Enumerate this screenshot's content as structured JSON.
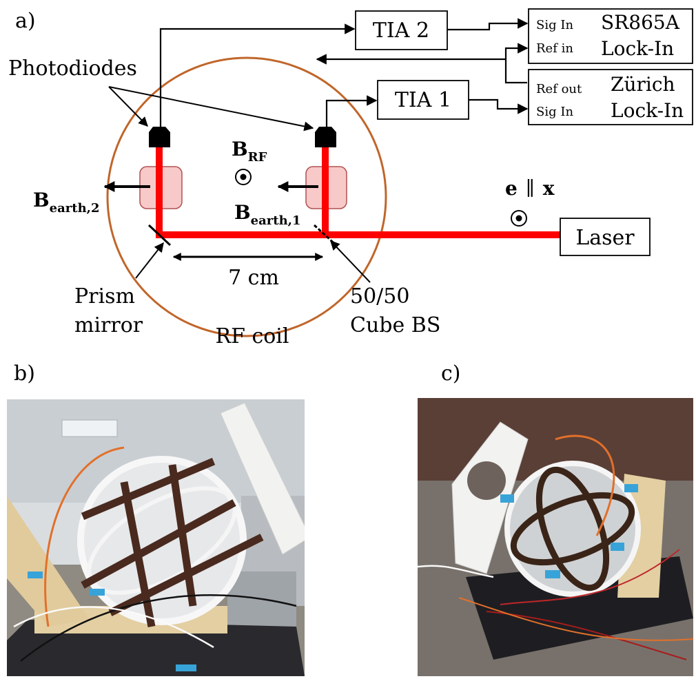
{
  "panels": {
    "a": "a)",
    "b": "b)",
    "c": "c)"
  },
  "boxes": {
    "tia1": "TIA 1",
    "tia2": "TIA 2",
    "laser": "Laser",
    "sr865a": {
      "sig_in": "Sig In",
      "ref_in": "Ref in",
      "name": "SR865A",
      "type": "Lock-In"
    },
    "zurich": {
      "ref_out": "Ref out",
      "sig_in": "Sig In",
      "name": "Zürich",
      "type": "Lock-In"
    }
  },
  "labels": {
    "photodiodes": "Photodiodes",
    "b_rf_main": "B",
    "b_rf_sub": "RF",
    "b_earth2_main": "B",
    "b_earth2_sub": "earth,2",
    "b_earth1_main": "B",
    "b_earth1_sub": "earth,1",
    "polarization_e": "e",
    "polarization_parallel": "∥",
    "polarization_x": "x",
    "distance": "7 cm",
    "prism_line1": "Prism",
    "prism_line2": "mirror",
    "rf_coil": "RF coil",
    "bs_line1": "50/50",
    "bs_line2": "Cube BS"
  },
  "colors": {
    "laser_beam": "#ff0000",
    "coil": "#c0662a",
    "cell_fill": "#f7c9c9",
    "cell_stroke": "#b05050",
    "tape": "#38a3d8",
    "board": "#1e1e22",
    "frame": "#f2f2f0"
  }
}
